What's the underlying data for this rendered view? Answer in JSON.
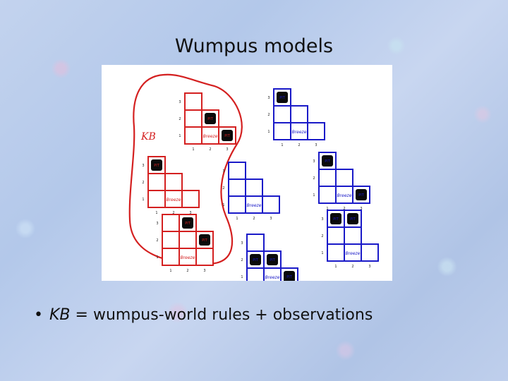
{
  "title": "Wumpus models",
  "diagram": {
    "kb_label": "KB",
    "pit_label": "PIT",
    "breeze_label": "Breeze",
    "row_labels": [
      "3",
      "2",
      "1"
    ],
    "col_labels": [
      "1",
      "2",
      "3"
    ],
    "colors": {
      "kb": "#d42020",
      "other": "#1a1ac8"
    },
    "models": [
      {
        "id": "m1",
        "color": "kb",
        "pits": [
          "2,2",
          "3,1"
        ]
      },
      {
        "id": "m2",
        "color": "kb",
        "pits": [
          "1,3"
        ]
      },
      {
        "id": "m3",
        "color": "kb",
        "pits": [
          "2,3",
          "3,2"
        ]
      },
      {
        "id": "m4",
        "color": "other",
        "pits": [
          "1,3"
        ]
      },
      {
        "id": "m5",
        "color": "other",
        "pits": []
      },
      {
        "id": "m6",
        "color": "other",
        "pits": [
          "1,3",
          "3,1"
        ]
      },
      {
        "id": "m7",
        "color": "other",
        "pits": [
          "1,3",
          "2,3"
        ]
      },
      {
        "id": "m8",
        "color": "other",
        "pits": [
          "1,2",
          "2,2",
          "3,1"
        ]
      }
    ]
  },
  "bullet": {
    "marker": "•",
    "kb": "KB",
    "text": " = wumpus-world rules + observations"
  }
}
